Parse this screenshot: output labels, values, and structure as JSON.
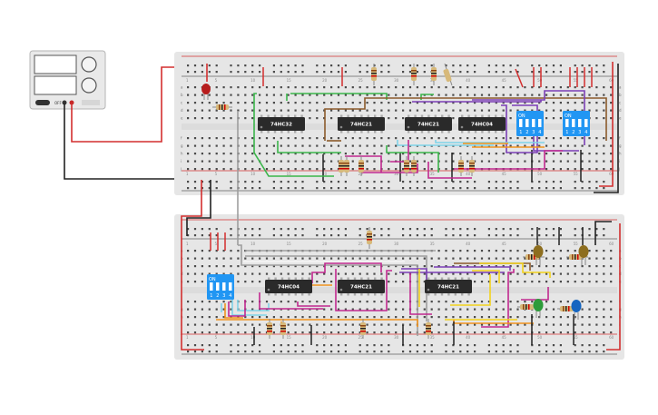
{
  "canvas": {
    "background": "#ffffff",
    "breadboard_color": "#e6e6e6",
    "hole_color": "#4a4a4a",
    "rail_red": "#d32f2f",
    "rail_black": "#222222"
  },
  "power_supply": {
    "label": "OFF"
  },
  "top_board": {
    "column_numbers": [
      "1",
      "5",
      "10",
      "15",
      "20",
      "25",
      "30",
      "35",
      "40",
      "45",
      "50",
      "55",
      "60"
    ],
    "chips": [
      "74HC32",
      "74HC21",
      "74HC21",
      "74HC04"
    ],
    "dip_switches": [
      {
        "label": "ON",
        "numbers": [
          "1",
          "2",
          "3",
          "4"
        ]
      },
      {
        "label": "ON",
        "numbers": [
          "1",
          "2",
          "3",
          "4"
        ]
      }
    ],
    "row_letters": [
      "a",
      "b",
      "c",
      "d",
      "e",
      "f",
      "g",
      "h",
      "i",
      "j"
    ]
  },
  "bottom_board": {
    "column_numbers": [
      "1",
      "5",
      "10",
      "15",
      "20",
      "25",
      "30",
      "35",
      "40",
      "45",
      "50",
      "55",
      "60"
    ],
    "chips": [
      "74HC04",
      "74HC21",
      "74HC21"
    ],
    "dip_switches": [
      {
        "label": "ON",
        "numbers": [
          "1",
          "2",
          "3",
          "4"
        ]
      }
    ],
    "row_letters": [
      "a",
      "b",
      "c",
      "d",
      "e",
      "f",
      "g",
      "h",
      "i",
      "j"
    ]
  },
  "leds": {
    "red": "#b71c1c",
    "brown": "#8d6e1f",
    "green": "#2e9b3a",
    "blue": "#1565c0"
  },
  "wire_colors": {
    "green": "#3ab54a",
    "brown": "#8b5a2b",
    "purple": "#7b3fb5",
    "magenta": "#c0288f",
    "cyan": "#7fd3e8",
    "orange": "#f0931e",
    "yellow": "#f2d21b",
    "gray": "#9e9e9e",
    "red": "#d32f2f",
    "black": "#222222",
    "white": "#f5f5f5"
  }
}
